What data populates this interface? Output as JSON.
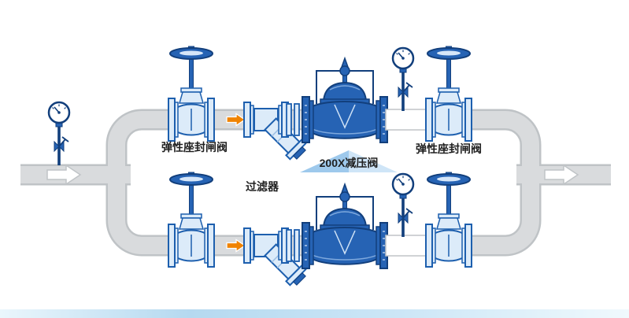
{
  "diagram": {
    "title": "200X pressure reducing valve parallel installation schematic",
    "labels": {
      "gate_valve_left": "弹性座封闸阀",
      "gate_valve_right": "弹性座封闸阀",
      "pressure_reducing_valve": "200X减压阀",
      "strainer": "过滤器"
    },
    "components": {
      "inlet": [
        "pressure-gauge",
        "flow-arrow"
      ],
      "top_branch": [
        "gate-valve",
        "flow-arrow",
        "y-strainer",
        "flange-pair",
        "200X-pressure-reducing-valve",
        "pressure-gauge",
        "gate-valve"
      ],
      "bottom_branch": [
        "gate-valve",
        "flow-arrow",
        "y-strainer",
        "flange-pair",
        "200X-pressure-reducing-valve",
        "pressure-gauge",
        "gate-valve"
      ],
      "outlet": [
        "flow-arrow"
      ]
    },
    "colors": {
      "pipe_fill": "#d9dbdd",
      "pipe_edge": "#bfc3c6",
      "valve_fill_blue": "#2663b4",
      "valve_dark_blue": "#123f7c",
      "valve_light_fill": "#dcebf9",
      "valve_line_blue": "#1d5fae",
      "arrow_orange": "#f08300",
      "triangle_left": "#9ec9ec",
      "triangle_right": "#cfe5f7",
      "bottom_bar_blue": "#b5d9f0",
      "label_text": "#1f1f1f"
    }
  }
}
